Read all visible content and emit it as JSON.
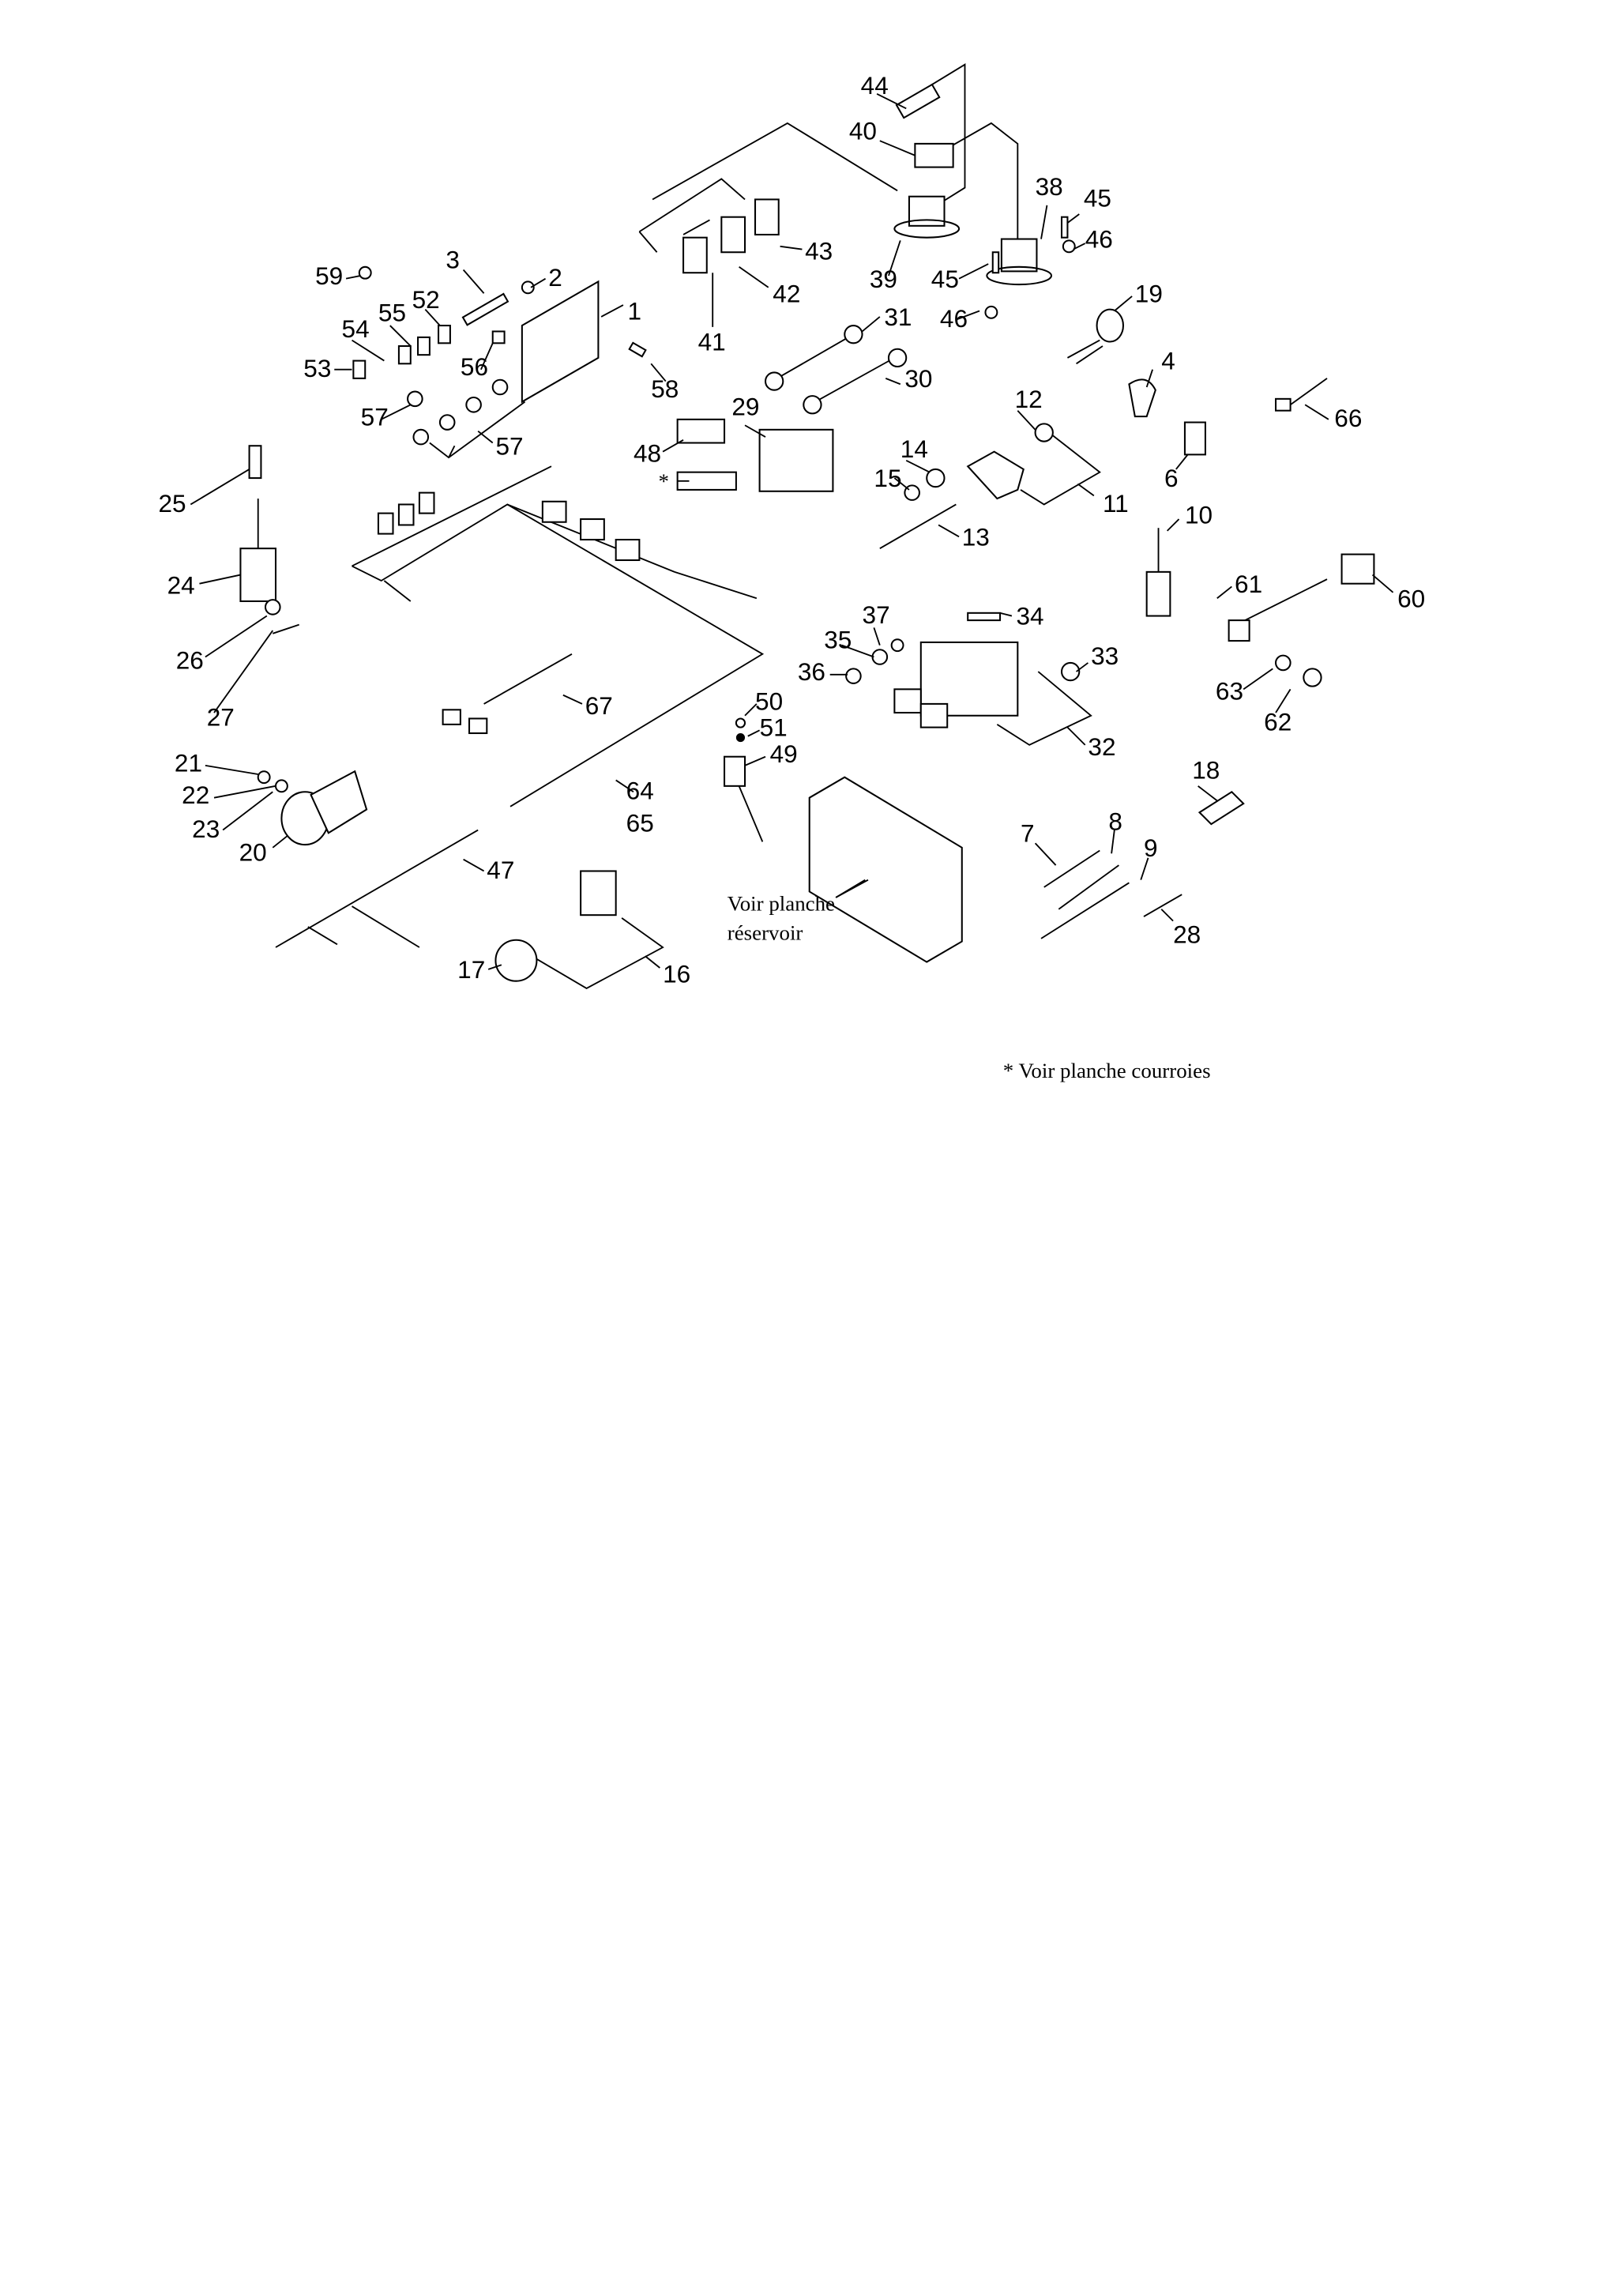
{
  "document": {
    "type": "exploded-parts-diagram",
    "notes": {
      "tank_reference_line1": "Voir planche",
      "tank_reference_line2": "réservoir",
      "asterisk_note": "* Voir planche courroies",
      "asterisk_marker": "*"
    },
    "callouts": [
      {
        "id": "1",
        "label": "1"
      },
      {
        "id": "2",
        "label": "2"
      },
      {
        "id": "3",
        "label": "3"
      },
      {
        "id": "4",
        "label": "4"
      },
      {
        "id": "6",
        "label": "6"
      },
      {
        "id": "7",
        "label": "7"
      },
      {
        "id": "8",
        "label": "8"
      },
      {
        "id": "9",
        "label": "9"
      },
      {
        "id": "10",
        "label": "10"
      },
      {
        "id": "11",
        "label": "11"
      },
      {
        "id": "12",
        "label": "12"
      },
      {
        "id": "13",
        "label": "13"
      },
      {
        "id": "14",
        "label": "14"
      },
      {
        "id": "15",
        "label": "15"
      },
      {
        "id": "16",
        "label": "16"
      },
      {
        "id": "17",
        "label": "17"
      },
      {
        "id": "18",
        "label": "18"
      },
      {
        "id": "19",
        "label": "19"
      },
      {
        "id": "20",
        "label": "20"
      },
      {
        "id": "21",
        "label": "21"
      },
      {
        "id": "22",
        "label": "22"
      },
      {
        "id": "23",
        "label": "23"
      },
      {
        "id": "24",
        "label": "24"
      },
      {
        "id": "25",
        "label": "25"
      },
      {
        "id": "26",
        "label": "26"
      },
      {
        "id": "27",
        "label": "27"
      },
      {
        "id": "28",
        "label": "28"
      },
      {
        "id": "29",
        "label": "29"
      },
      {
        "id": "30",
        "label": "30"
      },
      {
        "id": "31",
        "label": "31"
      },
      {
        "id": "32",
        "label": "32"
      },
      {
        "id": "33",
        "label": "33"
      },
      {
        "id": "34",
        "label": "34"
      },
      {
        "id": "35",
        "label": "35"
      },
      {
        "id": "36",
        "label": "36"
      },
      {
        "id": "37",
        "label": "37"
      },
      {
        "id": "38",
        "label": "38"
      },
      {
        "id": "39",
        "label": "39"
      },
      {
        "id": "40",
        "label": "40"
      },
      {
        "id": "41",
        "label": "41"
      },
      {
        "id": "42",
        "label": "42"
      },
      {
        "id": "43",
        "label": "43"
      },
      {
        "id": "44",
        "label": "44"
      },
      {
        "id": "45a",
        "label": "45"
      },
      {
        "id": "45b",
        "label": "45"
      },
      {
        "id": "46a",
        "label": "46"
      },
      {
        "id": "46b",
        "label": "46"
      },
      {
        "id": "47",
        "label": "47"
      },
      {
        "id": "48",
        "label": "48"
      },
      {
        "id": "49",
        "label": "49"
      },
      {
        "id": "50",
        "label": "50"
      },
      {
        "id": "51",
        "label": "51"
      },
      {
        "id": "52",
        "label": "52"
      },
      {
        "id": "53",
        "label": "53"
      },
      {
        "id": "54",
        "label": "54"
      },
      {
        "id": "55",
        "label": "55"
      },
      {
        "id": "56",
        "label": "56"
      },
      {
        "id": "57a",
        "label": "57"
      },
      {
        "id": "57b",
        "label": "57"
      },
      {
        "id": "58",
        "label": "58"
      },
      {
        "id": "59",
        "label": "59"
      },
      {
        "id": "60",
        "label": "60"
      },
      {
        "id": "61",
        "label": "61"
      },
      {
        "id": "62",
        "label": "62"
      },
      {
        "id": "63",
        "label": "63"
      },
      {
        "id": "64",
        "label": "64"
      },
      {
        "id": "65",
        "label": "65"
      },
      {
        "id": "66",
        "label": "66"
      },
      {
        "id": "67",
        "label": "67"
      }
    ]
  }
}
